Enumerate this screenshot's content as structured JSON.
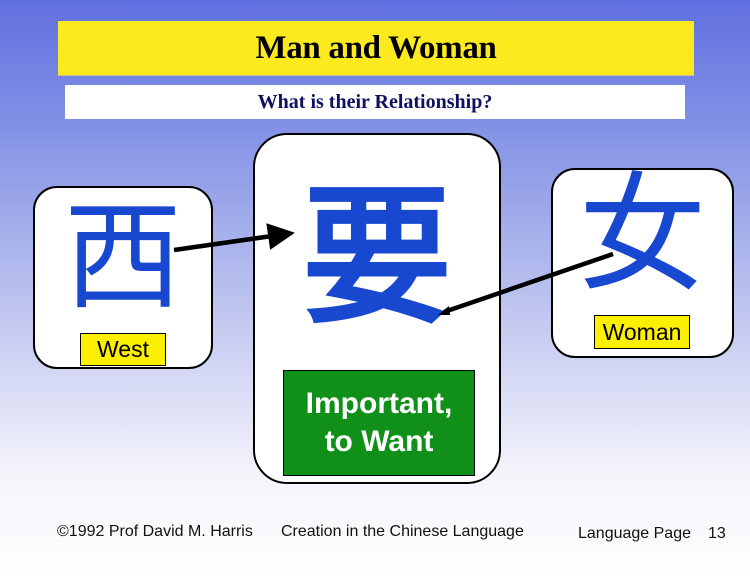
{
  "header": {
    "title": "Man and Woman",
    "subtitle": "What is their Relationship?"
  },
  "cards": {
    "west": {
      "character": "西",
      "label": "West"
    },
    "want": {
      "character": "要",
      "label_line1": "Important,",
      "label_line2": "to Want"
    },
    "woman": {
      "character": "女",
      "label": "Woman"
    }
  },
  "arrows": [
    {
      "from": "west",
      "to": "want"
    },
    {
      "from": "woman",
      "to": "want"
    }
  ],
  "footer": {
    "copyright": "©1992 Prof David M. Harris",
    "course": "Creation in the Chinese Language",
    "page_label": "Language Page",
    "page_number": "13"
  },
  "colors": {
    "title_bg": "#fcea1e",
    "character_blue": "#1848d0",
    "label_yellow": "#fcf000",
    "label_green": "#109018"
  }
}
